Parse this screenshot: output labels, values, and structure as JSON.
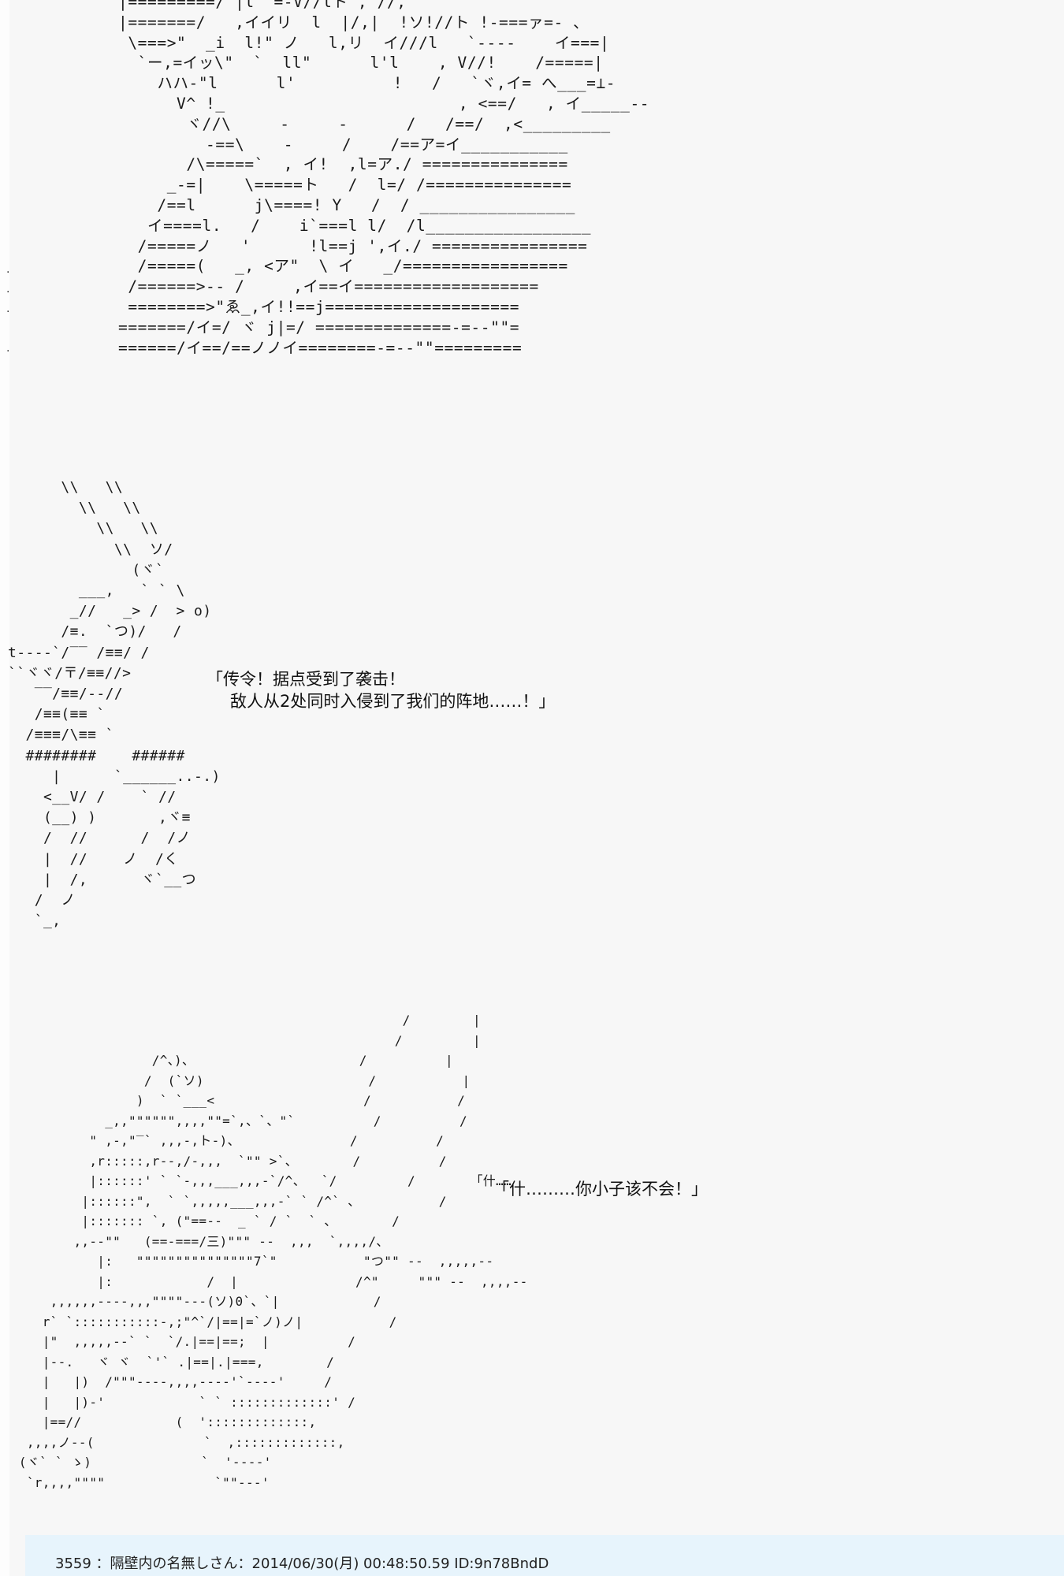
{
  "art": {
    "top": [
      "|=========/ |l  =-V//lト ,'//,'",
      "|=======/   ,イイリ  l  |/,|  !ソ!//ト !-===ァ=- 、",
      " \\===>\"  _i  l!\" ノ   l,リ  イ///l   `----    イ===|",
      "  `ー,=イッ\\\"  `  ll\"      l'l    , V//!    /=====|",
      "    ハハ-\"l      l'          !   /   `ヾ,イ= へ___=⊥-",
      "      V^ !_                        , <==/   , イ_____--",
      "       ヾ//\\     -     -      /   /==/  ,<_________",
      "         -==\\    -     /    /==ア=イ___________",
      "       /\\=====`  , イ!  ,l=ア./ ===============",
      "     _-=|    \\=====ト   /  l=/ /===============",
      "    /==l      j\\====! Y   /  / ________________",
      "   イ====l.   /    i`===l l/  /l_________________",
      "  /=====ノ   '      !l==j ',イ./ ================",
      "  /=====(   _, <ア\"  \\ イ   _/=================",
      " /======>-- /     ,イ==イ===================",
      " ========>\"ゑ_,イ!!==j====================",
      "=======/イ=/ ヾ j|=/ ==============-=--\"\"=",
      "======/イ==/==ノノイ========-=--\"\"========="
    ],
    "soldier": [
      "      \\\\   \\\\",
      "        \\\\   \\\\",
      "          \\\\   \\\\",
      "            \\\\  ソ/",
      "              (ヾ`",
      "        ___,   ` ` \\",
      "       _//   _> /  > o)",
      "      /≡.  `つ)/   /",
      "t----`/‾‾ /≡≡/ /",
      "``ヾヾ/〒/≡≡//>",
      "   ‾‾/≡≡/--//",
      "   /≡≡(≡≡ `",
      "  /≡≡≡/\\≡≡ `",
      "  ########    ######",
      "     |      `______..-.)",
      "    <__V/ /    ` //",
      "    (__) )       ,ヾ≡",
      "    /  //      /  /ノ",
      "    |  //    ノ  /く",
      "    |  /,      ヾ`__つ",
      "   /  ノ",
      "   `_,"
    ],
    "bottom": [
      "                                                  /        |",
      "                                                 /         |",
      "                  /^、)、                     /          |",
      "                 /  (`ソ)                     /           |",
      "                )  ` `___<                   /           /",
      "            _,,\"\"\"\"\"\",,,,\"\"=`,、`、\"`          /          /",
      "          \" ,-,\"‾` ,,,-,ト-)、              /          /",
      "          ,r:::::,r--,/-,,,  `\"\" >`、       /          /",
      "          |::::::' ` `-,,,___,,,-`/^、  `/         /       「什……",
      "         |::::::\",  ` `,,,,,___,,,-` ` /^` 、          /",
      "         |::::::: `, (\"==--  _ ` / `  ` 、       /",
      "        ,,--\"\"   (==-===/三)\"\"\" --  ,,,  `,,,,/、",
      "           |:   \"\"\"\"\"\"\"\"\"\"\"\"\"\"\"7`\"           \"つ\"\" --  ,,,,,--",
      "           |:            /  |               /^\"     \"\"\" --  ,,,,--",
      "     ,,,,,,----,,,\"\"\"\"---(ソ)0`、`|            /",
      "    r` `:::::::::::-,;\"^`/|==|=`ノ)ノ|           /",
      "    |\"  ,,,,,--` `  `/.|==|==;  |          /",
      "    |--.   ヾ ヾ  `'` .|==|.|===,        /",
      "    |   |)  /\"\"\"----,,,,----'`----'     /",
      "    |   |)-'            ` ` :::::::::::::' /",
      "    |==//            (  ':::::::::::::,",
      "  ,,,,ノ--(              `  ,:::::::::::::,",
      " (ヾ` ` ゝ)              `  '----'",
      "  `r,,,,\"\"\"\"              `\"\"---'"
    ]
  },
  "dialogue": {
    "line1": "「传令！据点受到了袭击！",
    "line2": "敌人从2处同时入侵到了我们的阵地……！」",
    "line3": "「什………你小子该不会！」"
  },
  "post_header": {
    "number": "3559",
    "name": "：隔壁内の名無しさん",
    "date": "：2014/06/30(月) 00:48:50.59",
    "id": "ID:9n78BndD"
  },
  "colors": {
    "background": "#f7f7f7",
    "post_header_bg": "#e7f4fc",
    "text": "#111111"
  }
}
